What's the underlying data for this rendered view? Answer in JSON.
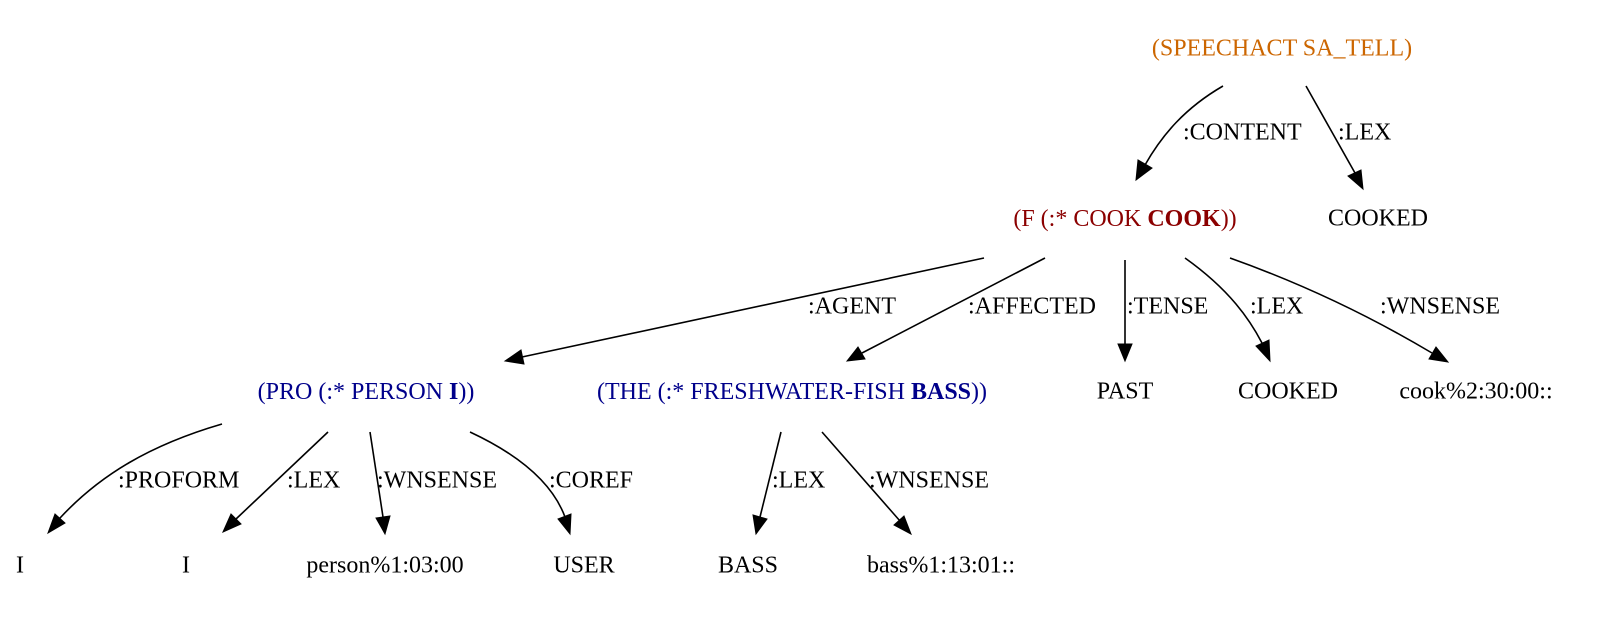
{
  "colors": {
    "speechact": "#CC6600",
    "event": "#8B0000",
    "term": "#00008B",
    "plain": "#000000"
  },
  "nodes": {
    "speechact": {
      "text": "(SPEECHACT SA_TELL)"
    },
    "event": {
      "pre": "(F (:* COOK ",
      "bold": "COOK",
      "post": "))"
    },
    "cooked_top": {
      "text": "COOKED"
    },
    "pro": {
      "pre": "(PRO (:* PERSON ",
      "bold": "I",
      "post": "))"
    },
    "the": {
      "pre": "(THE (:* FRESHWATER-FISH ",
      "bold": "BASS",
      "post": "))"
    },
    "past": {
      "text": "PAST"
    },
    "cooked_mid": {
      "text": "COOKED"
    },
    "cook_sense": {
      "text": "cook%2:30:00::"
    },
    "i1": {
      "text": "I"
    },
    "i2": {
      "text": "I"
    },
    "person_sense": {
      "text": "person%1:03:00"
    },
    "user": {
      "text": "USER"
    },
    "bass": {
      "text": "BASS"
    },
    "bass_sense": {
      "text": "bass%1:13:01::"
    }
  },
  "edges": {
    "content": ":CONTENT",
    "lex_top": ":LEX",
    "agent": ":AGENT",
    "affected": ":AFFECTED",
    "tense": ":TENSE",
    "lex_mid": ":LEX",
    "wnsense_mid": ":WNSENSE",
    "proform": ":PROFORM",
    "lex_pro": ":LEX",
    "wnsense_pro": ":WNSENSE",
    "coref": ":COREF",
    "lex_the": ":LEX",
    "wnsense_the": ":WNSENSE"
  }
}
